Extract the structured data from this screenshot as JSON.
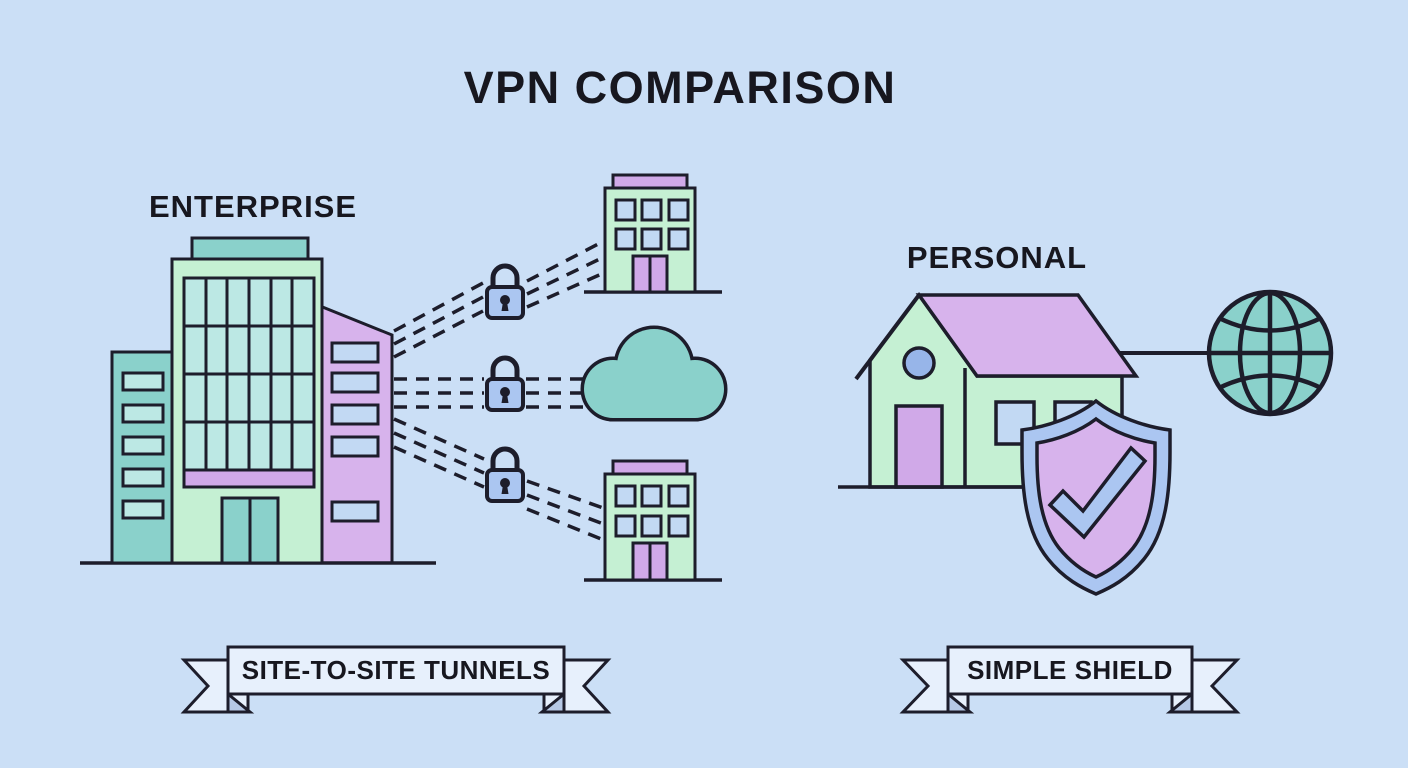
{
  "title": "VPN COMPARISON",
  "left_panel": {
    "label": "ENTERPRISE",
    "banner_label": "SITE-TO-SITE TUNNELS",
    "tunnel_count": 3,
    "icons": [
      "office-buildings-icon",
      "padlock-icon",
      "cloud-icon",
      "branch-building-icon"
    ]
  },
  "right_panel": {
    "label": "PERSONAL",
    "banner_label": "SIMPLE SHIELD",
    "icons": [
      "house-icon",
      "shield-check-icon",
      "globe-icon"
    ]
  },
  "colors": {
    "bg": "#cbdff6",
    "outline": "#1d1d2b",
    "text": "#17171f",
    "mint": "#c5f0d3",
    "teal": "#8ad1cb",
    "teal_pale": "#bce8e4",
    "purple": "#d7b3ec",
    "lavender": "#d0a9e8",
    "blue": "#abc6f1",
    "blue_deep": "#97b5e9",
    "pale_blue": "#c2d9f3",
    "banner": "#e7f0fc",
    "fold": "#b6c8e5"
  }
}
